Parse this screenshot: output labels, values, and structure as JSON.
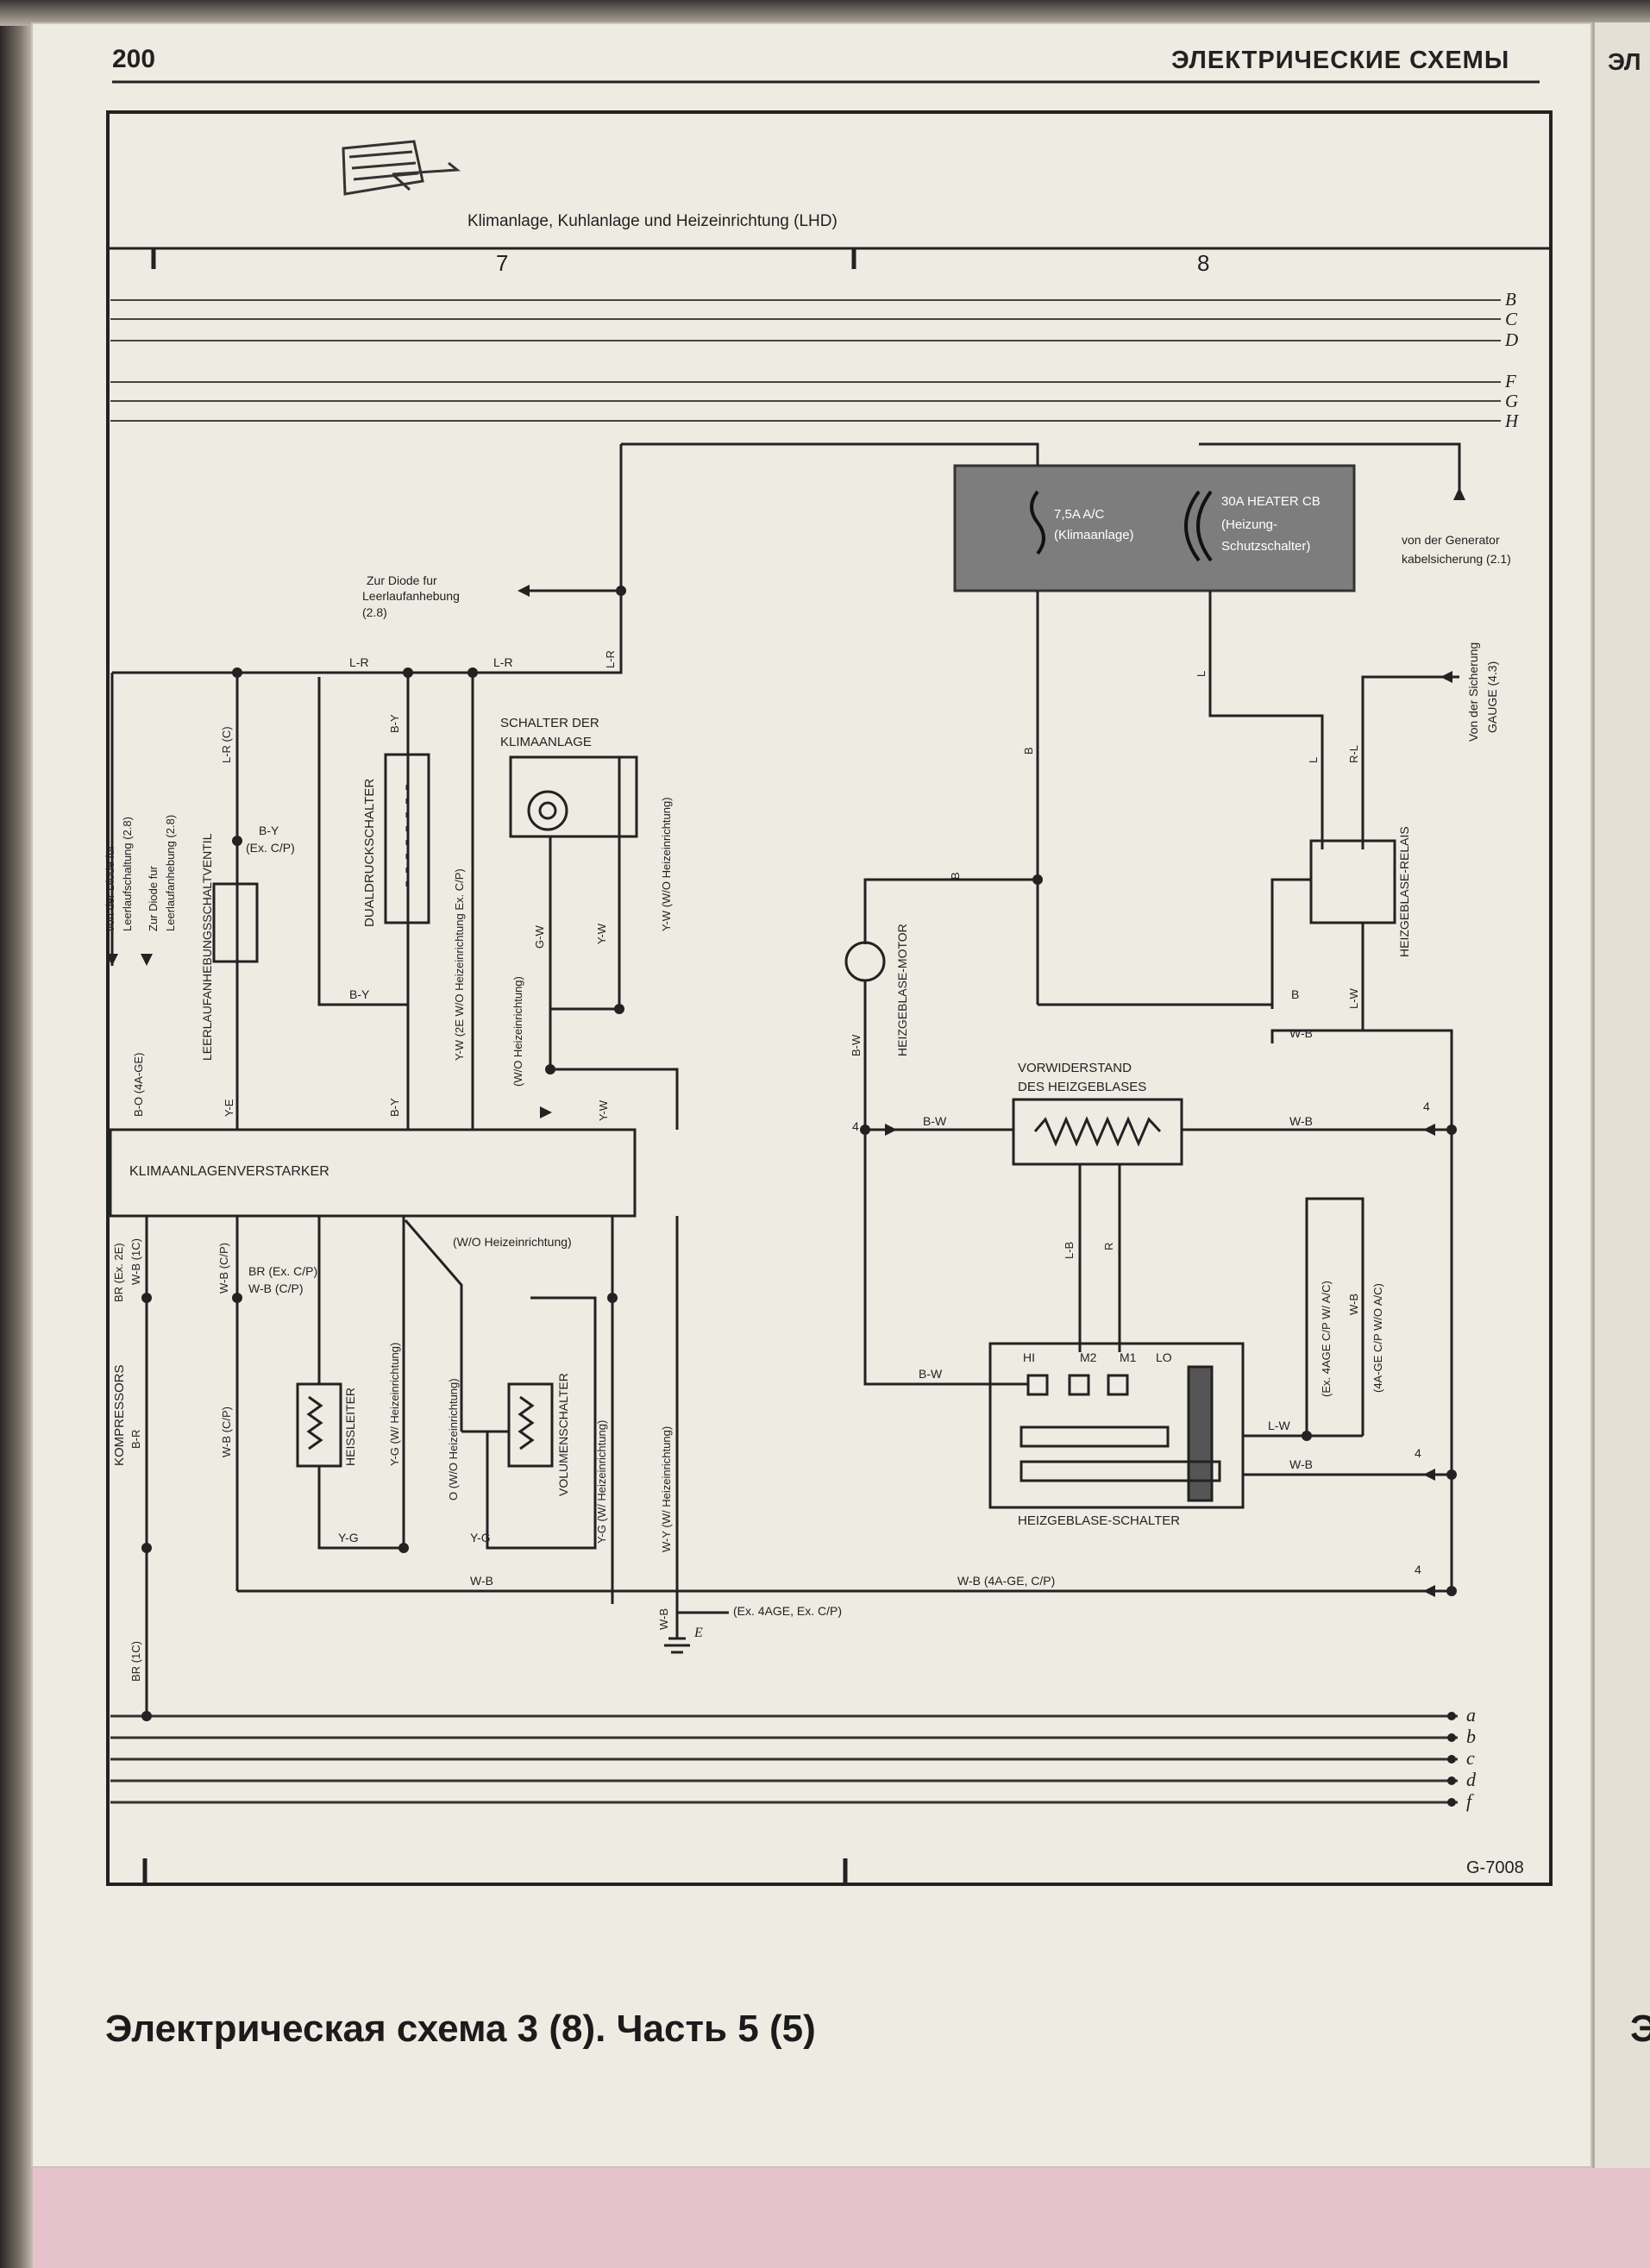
{
  "page": {
    "number": "200",
    "section": "ЭЛЕКТРИЧЕСКИЕ СХЕМЫ",
    "next_page_header": "ЭЛ",
    "caption": "Электрическая схема 3 (8). Часть 5 (5)",
    "next_page_caption_fragment": "Э"
  },
  "diagram": {
    "title": "Klimanlage, Kuhlanlage und Heizeinrichtung (LHD)",
    "ref_code": "G-7008",
    "columns": [
      "7",
      "8"
    ],
    "top_buses": [
      "B",
      "C",
      "D",
      "F",
      "G",
      "H"
    ],
    "bottom_buses": [
      "a",
      "b",
      "c",
      "d",
      "f"
    ],
    "fuse_75a": {
      "line1": "7,5A A/C",
      "line2": "(Klimaanlage)"
    },
    "cb_30a": {
      "line1": "30A HEATER CB",
      "line2": "(Heizung-",
      "line3": "Schutzschalter)"
    },
    "from_generator": {
      "line1": "von der Generator",
      "line2": "kabelsicherung (2.1)"
    },
    "from_gauge": {
      "line1": "Von der Sicherung",
      "line2": "GAUGE (4.3)"
    },
    "idle_diode": {
      "line1": "Zur Diode fur",
      "line2": "Leerlaufanhebung",
      "line3": "(2.8)"
    },
    "ac_switch": {
      "line1": "SCHALTER DER",
      "line2": "KLIMAANLAGE"
    },
    "dual_pressure": "DUALDRUCKSCHALTER",
    "idle_valve": "LEERLAUFANHEBUNGSSCHALTVENTIL",
    "left_notes": {
      "n1": "Zur Diode fur",
      "n2": "Leerlaufanhebung (2.8)",
      "n3": "Leerlaufschaltung (2.8)",
      "n4": "von der Diode fur"
    },
    "ex_cp": "(Ex. C/P)",
    "blower_motor": "HEIZGEBLASE-MOTOR",
    "blower_relay": "HEIZGEBLASE-RELAIS",
    "resistor": {
      "line1": "VORWIDERSTAND",
      "line2": "DES HEIZGEBLASES"
    },
    "amplifier": "KLIMAANLAGENVERSTARKER",
    "compressor": "KOMPRESSORS",
    "heat_sensor": "HEISSLEITER",
    "volume_switch": "VOLUMENSCHALTER",
    "heater_switch": "HEIZGEBLASE-SCHALTER",
    "switch_pins": [
      "HI",
      "M2",
      "M1",
      "LO"
    ],
    "wo_heater": "(W/O Heizeinrichtung)",
    "ground_note": "(Ex. 4AGE, Ex. C/P)",
    "ground_wire": "W-B",
    "ground_label": "E",
    "wires": {
      "lr": "L-R",
      "lr2": "L-R (C)",
      "lr3": "L-R",
      "lr4": "L-R",
      "by1": "B-Y",
      "by2": "B-Y",
      "by3": "B-Y",
      "by4": "B-Y",
      "yw_2e": "Y-W (2E W/O Heizeinrichtung Ex. C/P)",
      "gw": "G-W",
      "yw": "Y-W",
      "yw_wo": "Y-W (W/O Heizeinrichtung)",
      "yw2": "Y-W",
      "ye": "Y-E",
      "bo": "B-O (4A-GE)",
      "wo_h": "(W/O Heizeinrichtung)",
      "br_ex2e": "BR (Ex. 2E)",
      "wb_1c": "W-B (1C)",
      "wb_cp": "W-B (C/P)",
      "br_excp": "BR (Ex. C/P)",
      "wb_cp2": "W-B (C/P)",
      "yg_w": "Y-G (W/ Heizeinrichtung)",
      "o_wo": "O (W/O Heizeinrichtung)",
      "yg_w2": "Y-G (W/ Heizeinrichtung)",
      "wy_w": "W-Y (W/ Heizeinrichtung)",
      "br": "B-R",
      "wb3": "W-B (C/P)",
      "yg": "Y-G",
      "yg2": "Y-G",
      "wb4": "W-B",
      "br_1c": "BR (1C)",
      "wb_4age": "W-B (4A-GE, C/P)",
      "b": "B",
      "b2": "B",
      "l": "L",
      "l2": "L",
      "rl": "R-L",
      "bw": "B-W",
      "bw2": "B-W",
      "bw3": "B-W",
      "lw": "L-W",
      "wb5": "W-B",
      "wb6": "W-B",
      "wb7": "W-B",
      "b3": "B",
      "lb": "L-B",
      "r": "R",
      "lw2": "L-W",
      "wb8": "W-B",
      "ex4age": "(Ex. 4AGE C/P W/ A/C)",
      "ex4agew": "(4A-GE C/P W/O A/C)",
      "num4": "4"
    }
  }
}
